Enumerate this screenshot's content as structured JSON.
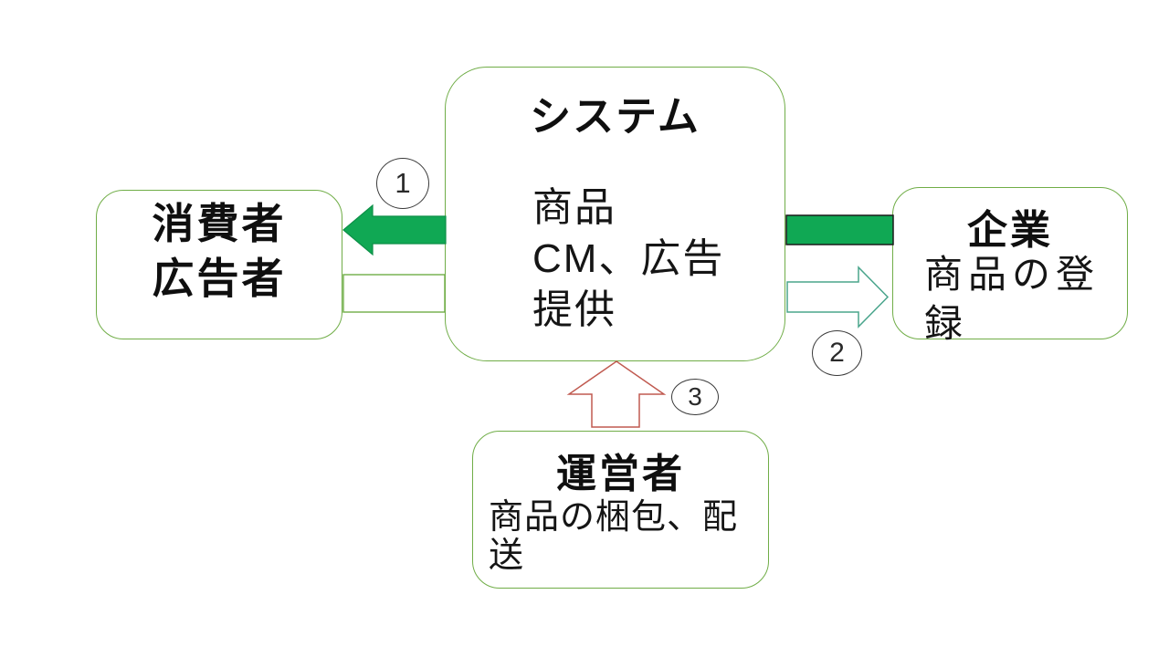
{
  "diagram": {
    "system_box": {
      "title": "システム",
      "body_lines": [
        "商品",
        "CM、広告",
        "提供"
      ]
    },
    "consumer_box": {
      "title_line1": "消費者",
      "title_line2": "広告者"
    },
    "company_box": {
      "title": "企業",
      "body": "商品の登録"
    },
    "operator_box": {
      "title": "運営者",
      "body": "商品の梱包、配送"
    },
    "flow_labels": {
      "one": "1",
      "two": "2",
      "three": "3"
    },
    "colors": {
      "box_border_green": "#70ad47",
      "arrow_fill_green": "#10a854",
      "arrow_dark_edge": "#1a1a1a",
      "arrow_outline_teal": "#4aa58c",
      "arrow_outline_red": "#c05a50",
      "circle_border": "#3a3a3a",
      "text": "#111111"
    }
  }
}
